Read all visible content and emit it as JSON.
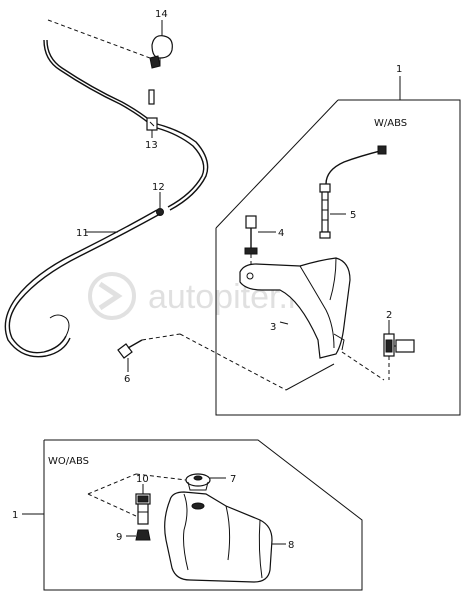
{
  "callouts": {
    "c14": "14",
    "c13": "13",
    "c12": "12",
    "c11": "11",
    "c6": "6",
    "c1_top": "1",
    "c5": "5",
    "c4": "4",
    "c3": "3",
    "c2": "2",
    "c10": "10",
    "c7": "7",
    "c9": "9",
    "c8": "8",
    "c1_bottom": "1"
  },
  "groups": {
    "with_abs": "W/ABS",
    "without_abs": "WO/ABS"
  },
  "watermark": {
    "text": "autopiter.ru"
  },
  "icons": {
    "watermark_logo": "arrow-logo-icon"
  }
}
